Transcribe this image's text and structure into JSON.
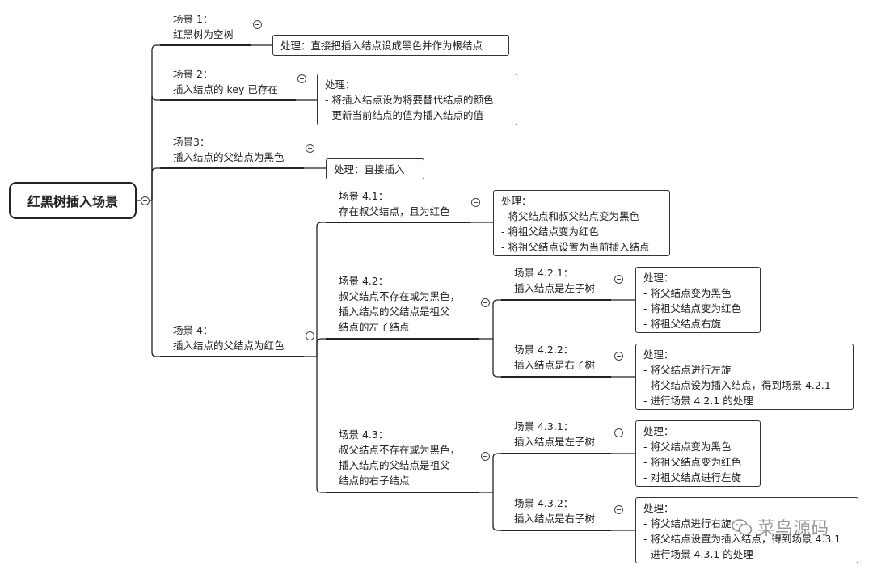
{
  "root": {
    "label": "红黑树插入场景"
  },
  "scenes": [
    {
      "id": "s1",
      "lines": [
        "场景 1：",
        "红黑树为空树"
      ],
      "handling": [
        "处理：直接把插入结点设成黑色并作为根结点"
      ]
    },
    {
      "id": "s2",
      "lines": [
        "场景 2：",
        "插入结点的 key 已存在"
      ],
      "handling": [
        "处理：",
        "- 将插入结点设为将要替代结点的颜色",
        "- 更新当前结点的值为插入结点的值"
      ]
    },
    {
      "id": "s3",
      "lines": [
        "场景3：",
        "插入结点的父结点为黑色"
      ],
      "handling": [
        "处理：直接插入"
      ]
    },
    {
      "id": "s4",
      "lines": [
        "场景 4：",
        "插入结点的父结点为红色"
      ]
    }
  ],
  "scene4": [
    {
      "id": "s41",
      "lines": [
        "场景 4.1：",
        "存在叔父结点，且为红色"
      ],
      "handling": [
        "处理：",
        "- 将父结点和叔父结点变为黑色",
        "- 将祖父结点变为红色",
        "- 将祖父结点设置为当前插入结点"
      ]
    },
    {
      "id": "s42",
      "lines": [
        "场景 4.2：",
        "叔父结点不存在或为黑色，",
        "插入结点的父结点是祖父",
        "结点的左子结点"
      ]
    },
    {
      "id": "s43",
      "lines": [
        "场景 4.3：",
        "叔父结点不存在或为黑色，",
        "插入结点的父结点是祖父",
        "结点的右子结点"
      ]
    }
  ],
  "scene42": [
    {
      "id": "s421",
      "lines": [
        "场景 4.2.1：",
        "插入结点是左子树"
      ],
      "handling": [
        "处理：",
        "- 将父结点变为黑色",
        "- 将祖父结点变为红色",
        "- 将祖父结点右旋"
      ]
    },
    {
      "id": "s422",
      "lines": [
        "场景 4.2.2：",
        "插入结点是右子树"
      ],
      "handling": [
        "处理：",
        "- 将父结点进行左旋",
        "- 将父结点设为插入结点，得到场景 4.2.1",
        "- 进行场景 4.2.1 的处理"
      ]
    }
  ],
  "scene43": [
    {
      "id": "s431",
      "lines": [
        "场景 4.3.1：",
        "插入结点是左子树"
      ],
      "handling": [
        "处理：",
        "- 将父结点变为黑色",
        "- 将祖父结点变为红色",
        "- 对祖父结点进行左旋"
      ]
    },
    {
      "id": "s432",
      "lines": [
        "场景 4.3.2：",
        "插入结点是右子树"
      ],
      "handling": [
        "处理：",
        "- 将父结点进行右旋",
        "- 将父结点设置为插入结点，得到场景 4.3.1",
        "- 进行场景 4.3.1 的处理"
      ]
    }
  ],
  "watermark": {
    "text": "菜鸟源码"
  }
}
